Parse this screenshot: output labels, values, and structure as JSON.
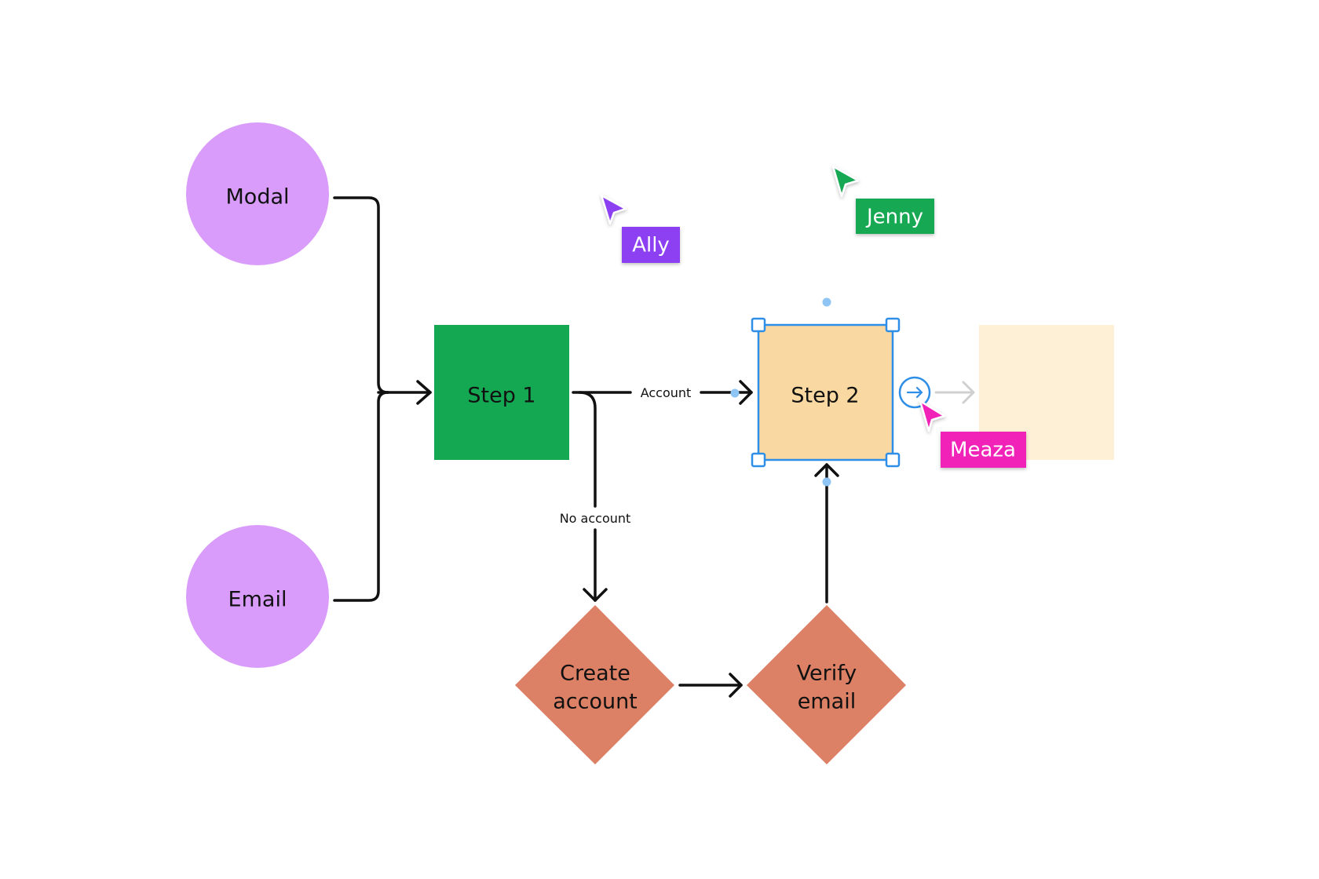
{
  "colors": {
    "circle": "#d99cfb",
    "step1": "#14a853",
    "step2": "#f9d9a1",
    "ghost": "#fdf0d6",
    "diamond": "#dc8066",
    "selection": "#2f8fe8",
    "connector_dot": "#8ec5f5",
    "ghost_arrow": "#d0d0d0",
    "line": "#111111"
  },
  "nodes": {
    "modal": "Modal",
    "email": "Email",
    "step1": "Step 1",
    "step2": "Step 2",
    "create_account": [
      "Create",
      "account"
    ],
    "verify_email": [
      "Verify",
      "email"
    ]
  },
  "edges": {
    "account": "Account",
    "no_account": "No account"
  },
  "cursors": [
    {
      "name": "Ally",
      "color": "#8c3ff2"
    },
    {
      "name": "Jenny",
      "color": "#14a853"
    },
    {
      "name": "Meaza",
      "color": "#f020b8"
    }
  ],
  "icons": {
    "quick_add": "arrow-right-circle-icon",
    "cursor": "mouse-pointer-icon"
  }
}
